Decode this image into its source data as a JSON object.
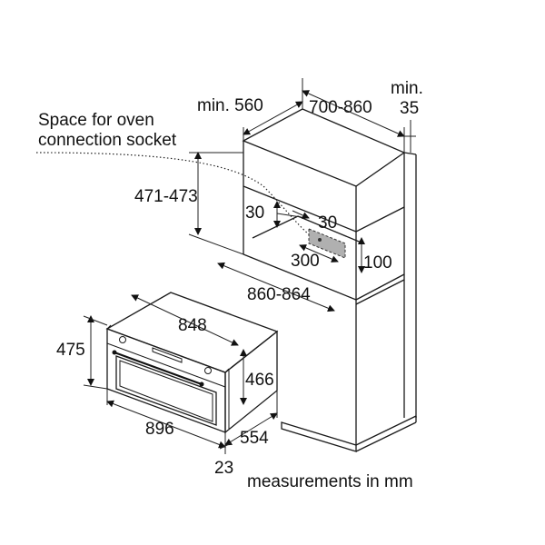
{
  "labels": {
    "socket_line1": "Space for oven",
    "socket_line2": "connection socket",
    "min_depth": "min. 560",
    "width_range": "700-860",
    "min_top": "min.",
    "min_35": "35",
    "niche_height": "471-473",
    "gap_left": "30",
    "gap_right": "30",
    "socket_width": "300",
    "socket_height": "100",
    "cabinet_width": "860-864",
    "oven_depth_top": "848",
    "oven_height_outer": "475",
    "oven_height_inner": "466",
    "oven_width": "896",
    "oven_depth": "554",
    "front_thickness": "23",
    "units": "measurements in mm"
  },
  "colors": {
    "line": "#1a1a1a",
    "socket_fill": "#b0b0b0"
  }
}
